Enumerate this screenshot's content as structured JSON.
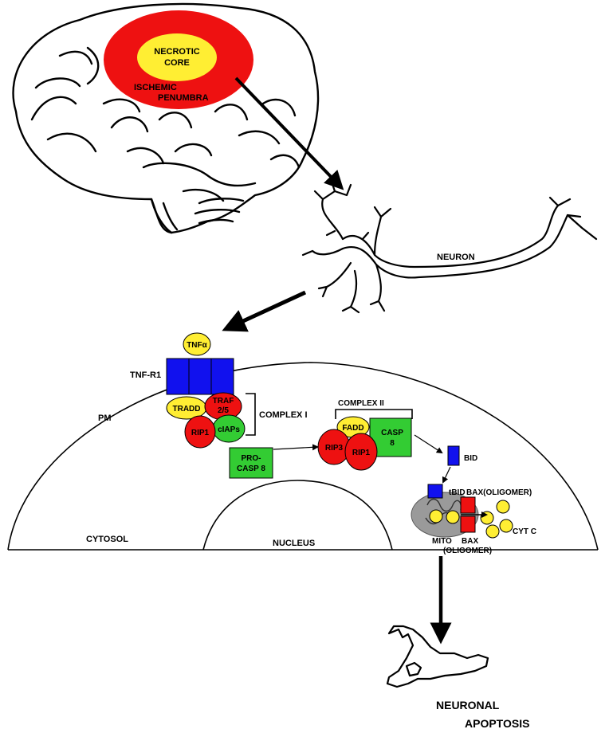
{
  "brain": {
    "core_label_1": "NECROTIC",
    "core_label_2": "CORE",
    "penumbra_label_1": "ISCHEMIC",
    "penumbra_label_2": "PENUMBRA"
  },
  "neuron": {
    "label": "NEURON"
  },
  "cell": {
    "pm_label": "PM",
    "cytosol_label": "CYTOSOL",
    "nucleus_label": "NUCLEUS"
  },
  "receptor": {
    "ligand": "TNFα",
    "receptor_label": "TNF-R1"
  },
  "complex_1": {
    "label": "COMPLEX I",
    "tradd": "TRADD",
    "traf_1": "TRAF",
    "traf_2": "2/5",
    "rip1": "RIP1",
    "ciaps": "cIAPs"
  },
  "complex_2": {
    "label": "COMPLEX II",
    "fadd": "FADD",
    "casp_1": "CASP",
    "casp_2": "8",
    "rip3": "RIP3",
    "rip1": "RIP1"
  },
  "procasp": {
    "line_1": "PRO-",
    "line_2": "CASP 8"
  },
  "mito": {
    "bid": "BID",
    "tbid": "tBID",
    "bax_top": "BAX(OLIGOMER)",
    "mito_label": "MITO",
    "bax_bottom_1": "BAX",
    "bax_bottom_2": "(OLIGOMER)",
    "cyt_c": "CYT C"
  },
  "outcome": {
    "line_1": "NEURONAL",
    "line_2": "APOPTOSIS"
  },
  "colors": {
    "red": "#ee1111",
    "yellow": "#ffee33",
    "green": "#33cc33",
    "blue": "#1111ee",
    "grey": "#9a9a9a"
  }
}
